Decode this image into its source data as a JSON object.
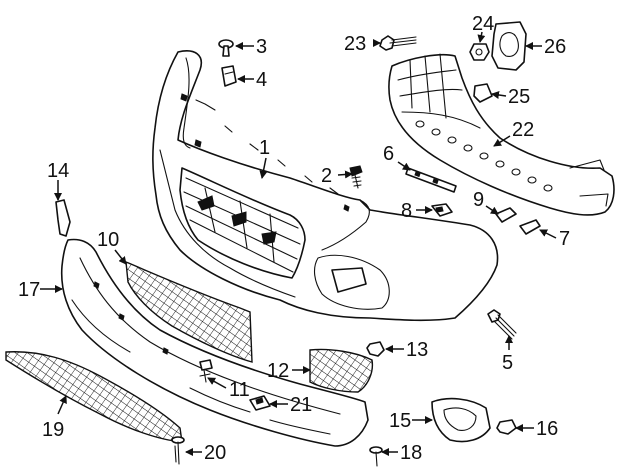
{
  "diagram": {
    "callouts": [
      {
        "id": "c1",
        "number": "1"
      },
      {
        "id": "c2",
        "number": "2"
      },
      {
        "id": "c3",
        "number": "3"
      },
      {
        "id": "c4",
        "number": "4"
      },
      {
        "id": "c5",
        "number": "5"
      },
      {
        "id": "c6",
        "number": "6"
      },
      {
        "id": "c7",
        "number": "7"
      },
      {
        "id": "c8",
        "number": "8"
      },
      {
        "id": "c9",
        "number": "9"
      },
      {
        "id": "c10",
        "number": "10"
      },
      {
        "id": "c11",
        "number": "11"
      },
      {
        "id": "c12",
        "number": "12"
      },
      {
        "id": "c13",
        "number": "13"
      },
      {
        "id": "c14",
        "number": "14"
      },
      {
        "id": "c15",
        "number": "15"
      },
      {
        "id": "c16",
        "number": "16"
      },
      {
        "id": "c17",
        "number": "17"
      },
      {
        "id": "c18",
        "number": "18"
      },
      {
        "id": "c19",
        "number": "19"
      },
      {
        "id": "c20",
        "number": "20"
      },
      {
        "id": "c21",
        "number": "21"
      },
      {
        "id": "c22",
        "number": "22"
      },
      {
        "id": "c23",
        "number": "23"
      },
      {
        "id": "c24",
        "number": "24"
      },
      {
        "id": "c25",
        "number": "25"
      },
      {
        "id": "c26",
        "number": "26"
      }
    ]
  }
}
